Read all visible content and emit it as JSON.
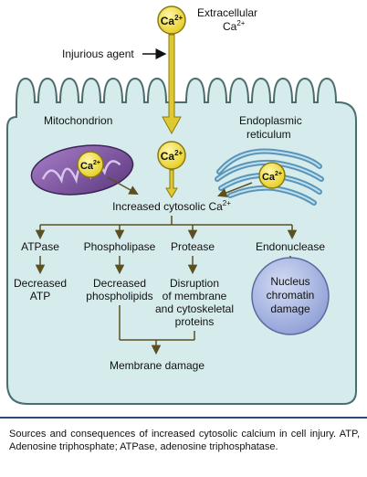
{
  "labels": {
    "extracellular": [
      "Extracellular",
      "Ca"
    ],
    "injurious_agent": "Injurious agent",
    "mitochondrion": "Mitochondrion",
    "er": [
      "Endoplasmic",
      "reticulum"
    ],
    "increased_cytosolic": "Increased cytosolic Ca",
    "ca_ion": "Ca",
    "superscript": "2+",
    "enzymes": [
      "ATPase",
      "Phospholipase",
      "Protease",
      "Endonuclease"
    ],
    "decreased_atp": [
      "Decreased",
      "ATP"
    ],
    "decreased_phospholipids": [
      "Decreased",
      "phospholipids"
    ],
    "disruption": [
      "Disruption",
      "of membrane",
      "and cytoskeletal",
      "proteins"
    ],
    "nucleus": [
      "Nucleus",
      "chromatin",
      "damage"
    ],
    "membrane_damage": "Membrane damage"
  },
  "caption": "Sources and consequences of increased cytosolic calcium in cell injury. ATP, Adenosine triphosphate; ATPase, adenosine triphosphatase.",
  "colors": {
    "cell_fill": "#d6ecec",
    "cell_stroke": "#4a6e6e",
    "ca_fill": "#f3e04a",
    "ca_stroke": "#8a7a10",
    "arrow": "#e0c830",
    "arrow_stroke": "#8a7a10",
    "line": "#5a5020",
    "mito": "#7b4f9c",
    "er": "#6ca7c7",
    "nucleus": "#a9b6e2",
    "rule": "#2b4a7a"
  }
}
